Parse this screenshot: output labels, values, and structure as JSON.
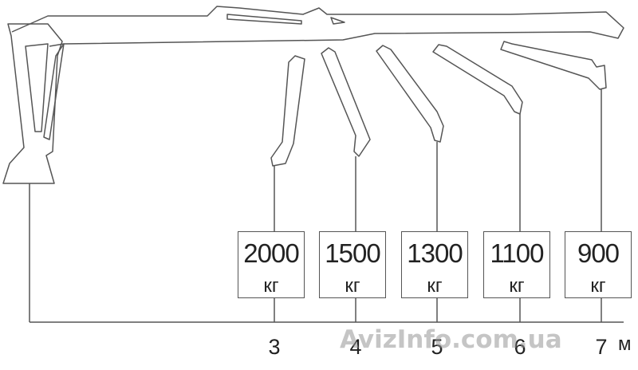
{
  "load_chart": {
    "points": [
      {
        "reach": "3",
        "load": "2000",
        "unit": "кг"
      },
      {
        "reach": "4",
        "load": "1500",
        "unit": "кг"
      },
      {
        "reach": "5",
        "load": "1300",
        "unit": "кг"
      },
      {
        "reach": "6",
        "load": "1100",
        "unit": "кг"
      },
      {
        "reach": "7",
        "load": "900",
        "unit": "кг"
      }
    ],
    "axis_unit": "м"
  },
  "watermark": "AvizInfo.com.ua",
  "colors": {
    "line": "#555555",
    "text": "#222222",
    "watermark": "#969696"
  }
}
